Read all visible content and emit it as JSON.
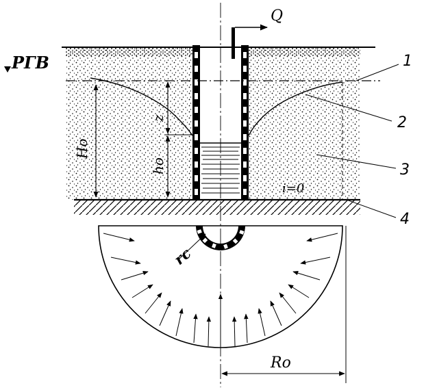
{
  "figure": {
    "labels": {
      "flow": "Q",
      "water_table": "РГВ",
      "head_full": "Hо",
      "head_well": "hо",
      "drawdown": "z",
      "gradient": "i=0",
      "well_radius": "rс",
      "influence_radius": "Rо"
    },
    "callouts": [
      "1",
      "2",
      "3",
      "4"
    ]
  }
}
